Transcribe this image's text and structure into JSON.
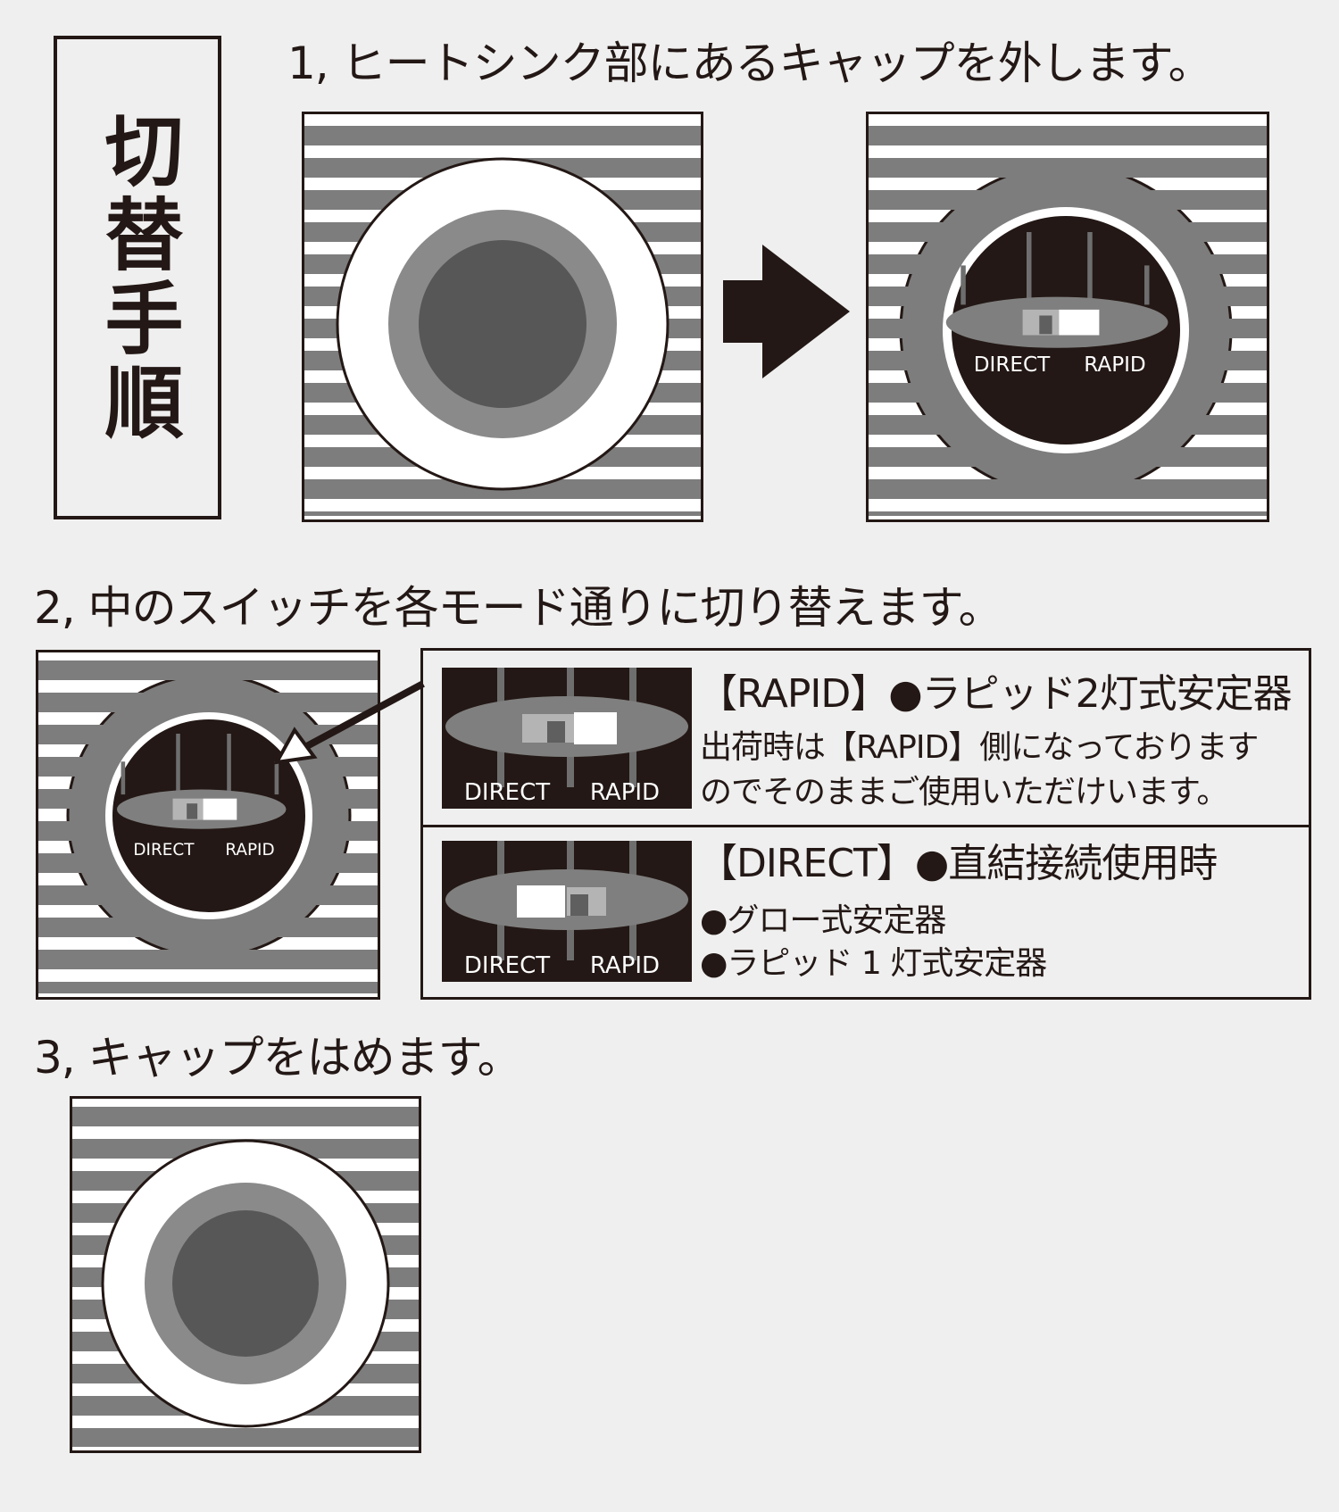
{
  "title": "切替手順",
  "steps": {
    "step1": "1, ヒートシンク部にあるキャップを外します。",
    "step2": "2, 中のスイッチを各モード通りに切り替えます。",
    "step3": "3, キャップをはめます。"
  },
  "switch_labels": {
    "direct": "DIRECT",
    "rapid": "RAPID"
  },
  "modes": [
    {
      "heading": "【RAPID】●ラピッド2灯式安定器",
      "lines": [
        "出荷時は【RAPID】側になっております",
        "のでそのままご使用いただけいます。"
      ],
      "selected": "RAPID"
    },
    {
      "heading": "【DIRECT】●直結接続使用時",
      "lines": [
        "●グロー式安定器",
        "●ラピッド 1 灯式安定器"
      ],
      "selected": "DIRECT"
    }
  ],
  "colors": {
    "ink": "#231815",
    "stripe": "#7d7d7d",
    "background": "#efefef"
  }
}
